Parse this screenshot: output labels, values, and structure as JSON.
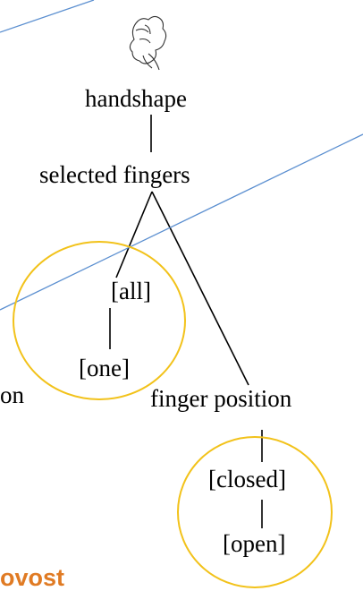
{
  "nodes": {
    "handshape": "handshape",
    "selected_fingers": "selected fingers",
    "all": "[all]",
    "one": "[one]",
    "finger_position": "finger position",
    "closed": "[closed]",
    "open": "[open]",
    "left_fragment": "on"
  },
  "bottom_fragment": "ovost",
  "icons": {
    "top": "hand-sketch-icon"
  },
  "colors": {
    "tree_lines": "#000000",
    "overlay_lines": "#5b8fd0",
    "circles": "#f2c21a",
    "bottom_fragment": "#e07b24"
  }
}
